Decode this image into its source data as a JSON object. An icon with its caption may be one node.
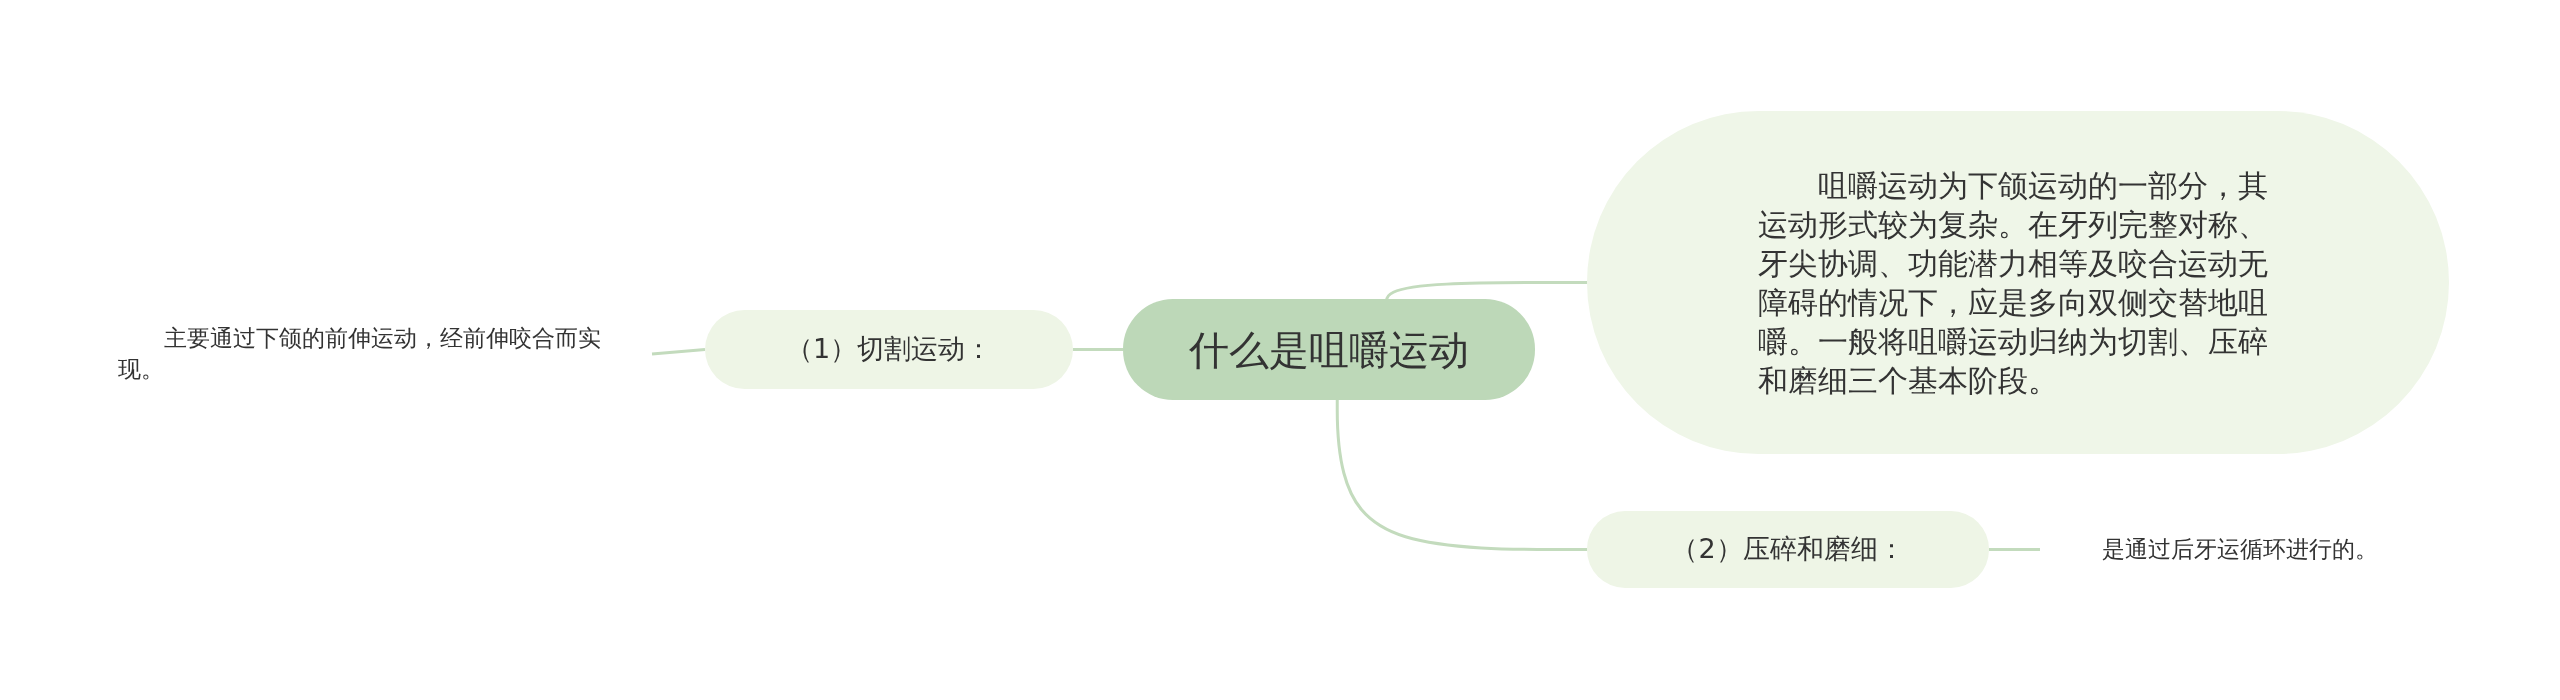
{
  "diagram": {
    "nodes": [
      {
        "text": [
          "什么是咀嚼运动"
        ]
      },
      {
        "text": [
          "（1）切割运动："
        ]
      },
      {
        "text": [
          "主要通过下颌的前伸运动，经前伸咬合而实现。"
        ]
      },
      {
        "text": [
          "咀嚼运动为下颌运动的一部分，其运动形式较为复杂。在牙列完整对称、牙尖协调、功能潜力相等及咬合运动无障碍的情况下，应是多向双侧交替地咀嚼。一般将咀嚼运动归纳为切割、压碎和磨细三个基本阶段。"
        ]
      },
      {
        "text": [
          "（2）压碎和磨细："
        ]
      },
      {
        "text": [
          "是通过后牙运循环进行的。"
        ]
      }
    ],
    "edges": [
      {
        "from": 0,
        "to": 1,
        "arrow": "none"
      },
      {
        "from": 1,
        "to": 2,
        "arrow": "none"
      },
      {
        "from": 0,
        "to": 3,
        "arrow": "none"
      },
      {
        "from": 0,
        "to": 4,
        "arrow": "none"
      },
      {
        "from": 4,
        "to": 5,
        "arrow": "none"
      }
    ]
  }
}
